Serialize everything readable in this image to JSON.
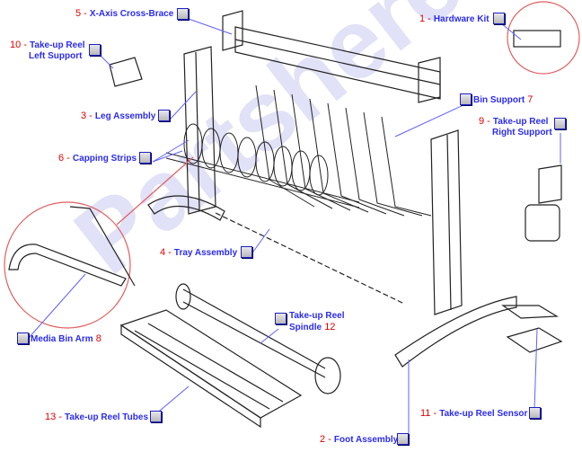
{
  "watermark": "Partshere.com",
  "colors": {
    "label": "#2b2bf0",
    "number": "#e00000",
    "leader": "#6060ff",
    "callout_circle": "#e06060"
  },
  "callouts": [
    {
      "num": "5",
      "label": "X-Axis Cross-Brace"
    },
    {
      "num": "1",
      "label": "Hardware Kit"
    },
    {
      "num": "10",
      "label": "Take-up Reel",
      "label2": "Left Support"
    },
    {
      "num": "3",
      "label": "Leg Assembly"
    },
    {
      "num": "7",
      "label": "Bin Support"
    },
    {
      "num": "9",
      "label": "Take-up Reel",
      "label2": "Right Support"
    },
    {
      "num": "6",
      "label": "Capping Strips"
    },
    {
      "num": "4",
      "label": "Tray Assembly"
    },
    {
      "num": "12",
      "label": "Take-up Reel",
      "label2": "Spindle"
    },
    {
      "num": "8",
      "label": "Media Bin Arm"
    },
    {
      "num": "11",
      "label": "Take-up Reel Sensor"
    },
    {
      "num": "13",
      "label": "Take-up Reel Tubes"
    },
    {
      "num": "2",
      "label": "Foot Assembly"
    }
  ]
}
